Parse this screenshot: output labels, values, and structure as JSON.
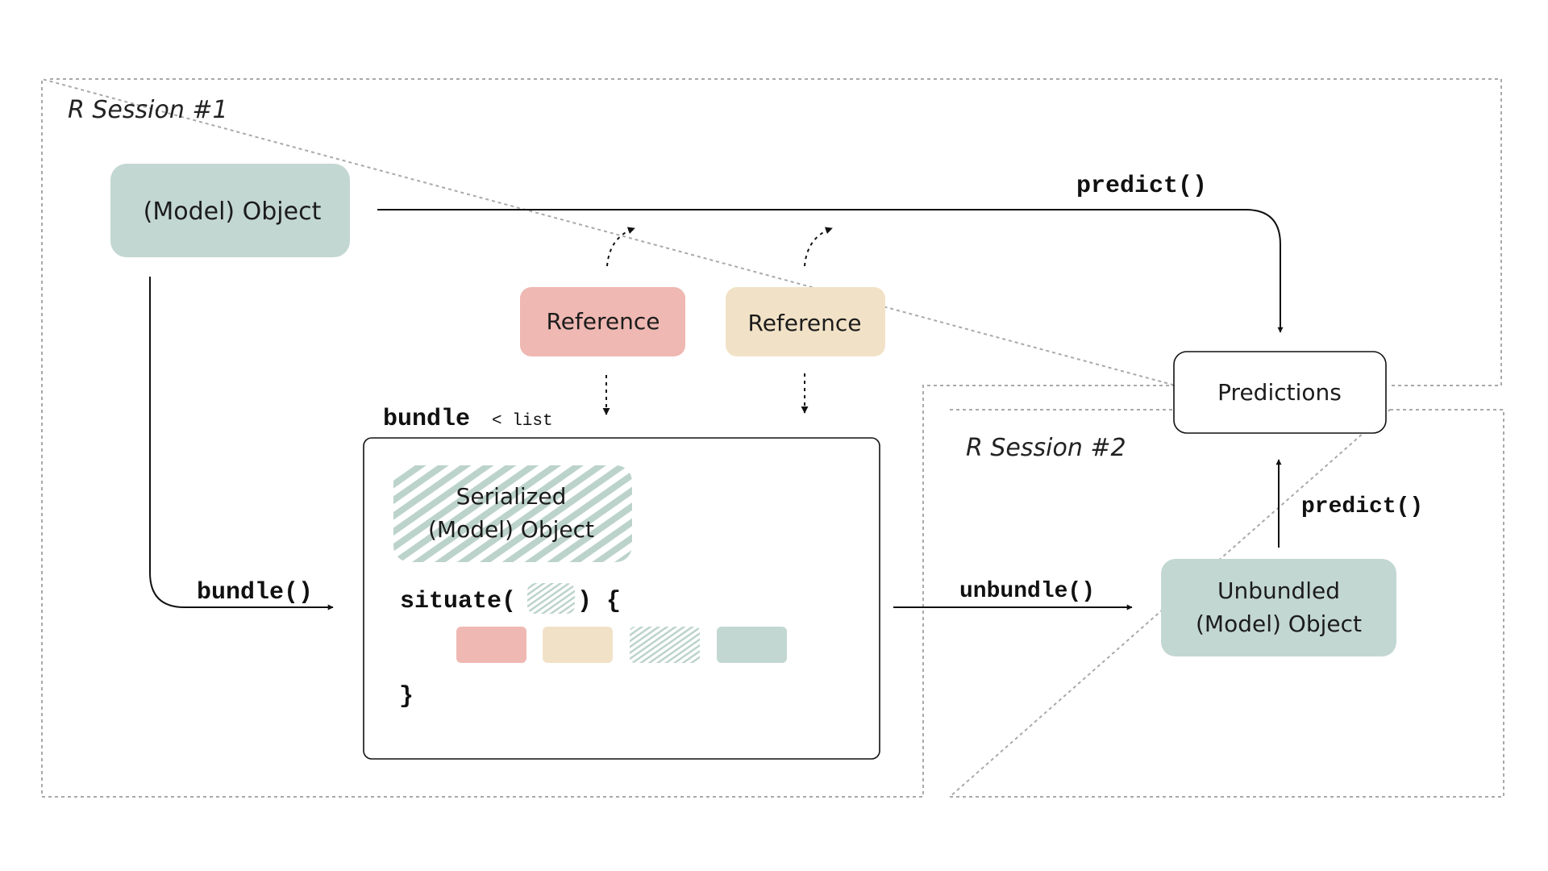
{
  "sessions": {
    "session1_label": "R Session #1",
    "session2_label": "R Session #2"
  },
  "nodes": {
    "model_object": "(Model) Object",
    "reference_1": "Reference",
    "reference_2": "Reference",
    "predictions": "Predictions",
    "serialized_line1": "Serialized",
    "serialized_line2": "(Model) Object",
    "unbundled_line1": "Unbundled",
    "unbundled_line2": "(Model) Object"
  },
  "code": {
    "bundle_title": "bundle",
    "bundle_type": "< list",
    "situate_open": "situate(",
    "situate_close": ") {",
    "closing_brace": "}"
  },
  "edges": {
    "predict_top": "predict()",
    "predict_right": "predict()",
    "bundle_call": "bundle()",
    "unbundle_call": "unbundle()"
  },
  "colors": {
    "sage": "#c3d7d2",
    "pink": "#efb8b2",
    "cream": "#f1e2c7",
    "stripe": "#bcd3cc",
    "dotted_border": "#a9a9a9",
    "line": "#111111"
  }
}
